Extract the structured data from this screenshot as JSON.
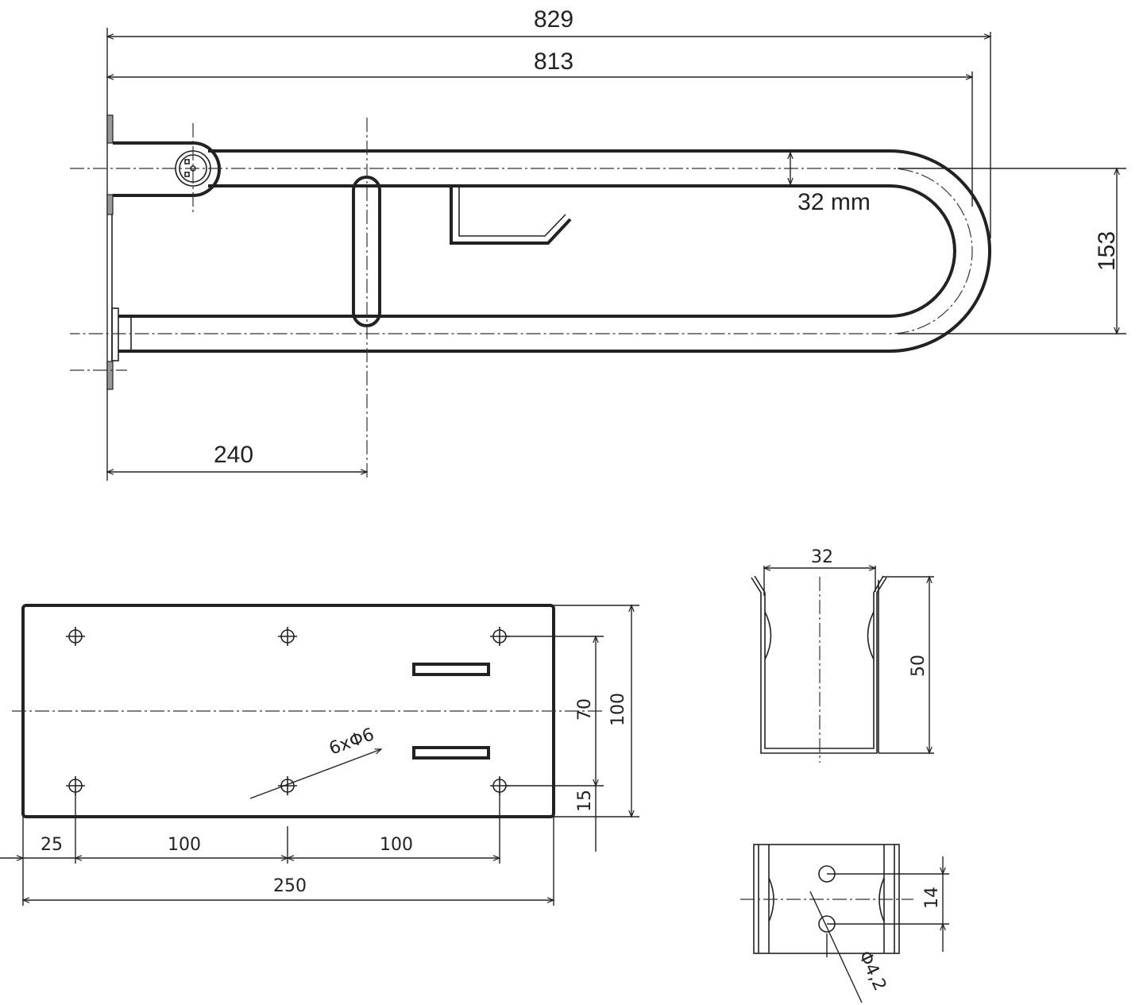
{
  "top_view": {
    "dim_overall": "829",
    "dim_length": "813",
    "dim_tube": "32 mm",
    "dim_height": "153",
    "dim_support": "240"
  },
  "plate_view": {
    "holes_note": "6xΦ6",
    "dim_hole_spacing_v": "70",
    "dim_plate_height": "100",
    "dim_edge_v": "15",
    "dim_edge_h": "25",
    "dim_hole_spacing_h1": "100",
    "dim_hole_spacing_h2": "100",
    "dim_plate_width": "250"
  },
  "clip_view": {
    "dim_width": "32",
    "dim_height": "50",
    "dim_hole_spacing": "14",
    "hole_note": "Φ4,2"
  }
}
